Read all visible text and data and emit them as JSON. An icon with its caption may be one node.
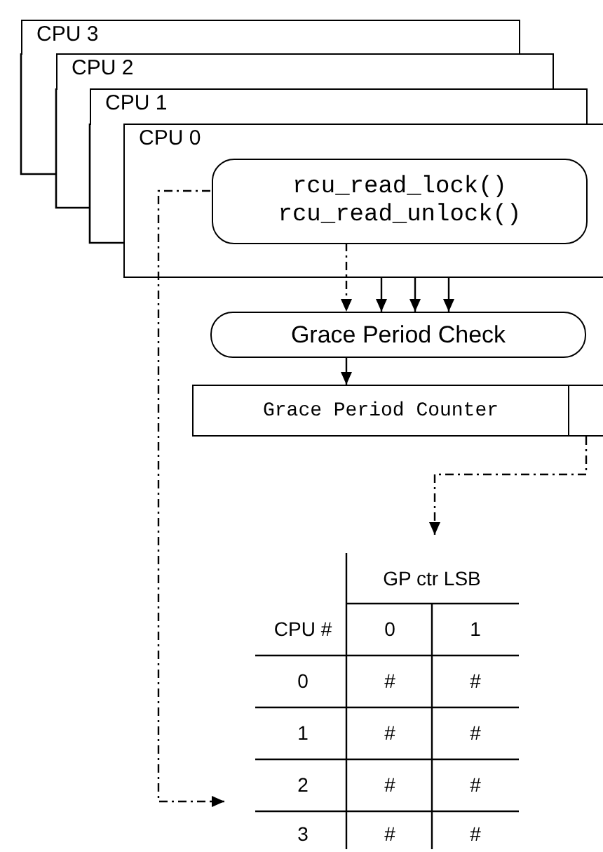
{
  "diagram": {
    "nodes": [
      {
        "text": [
          "CPU 3"
        ]
      },
      {
        "text": [
          "CPU 2"
        ]
      },
      {
        "text": [
          "CPU 1"
        ]
      },
      {
        "text": [
          "CPU 0"
        ]
      },
      {
        "text": [
          "rcu_read_lock()",
          "rcu_read_unlock()"
        ],
        "in": 3
      },
      {
        "text": [
          "Grace Period Check"
        ]
      },
      {
        "text": [
          "Grace Period Counter"
        ]
      },
      {
        "text": [],
        "shape": "box"
      }
    ],
    "edges": [
      {
        "from": 4,
        "to": null,
        "arrow": "to",
        "style": "dashed"
      },
      {
        "from": 4,
        "to": 5,
        "arrow": "to",
        "style": "dashed"
      },
      {
        "from": 3,
        "to": 5,
        "arrow": "to"
      },
      {
        "from": 3,
        "to": 5,
        "arrow": "to"
      },
      {
        "from": 3,
        "to": 5,
        "arrow": "to"
      },
      {
        "from": 5,
        "to": 6,
        "arrow": "to"
      },
      {
        "from": 7,
        "to": null,
        "arrow": "to",
        "style": "dashed"
      }
    ],
    "labels": [
      "GP ctr LSB",
      "CPU #",
      "0",
      "1",
      "0",
      "#",
      "#",
      "1",
      "#",
      "#",
      "2",
      "#",
      "#",
      "3",
      "#",
      "#"
    ]
  }
}
